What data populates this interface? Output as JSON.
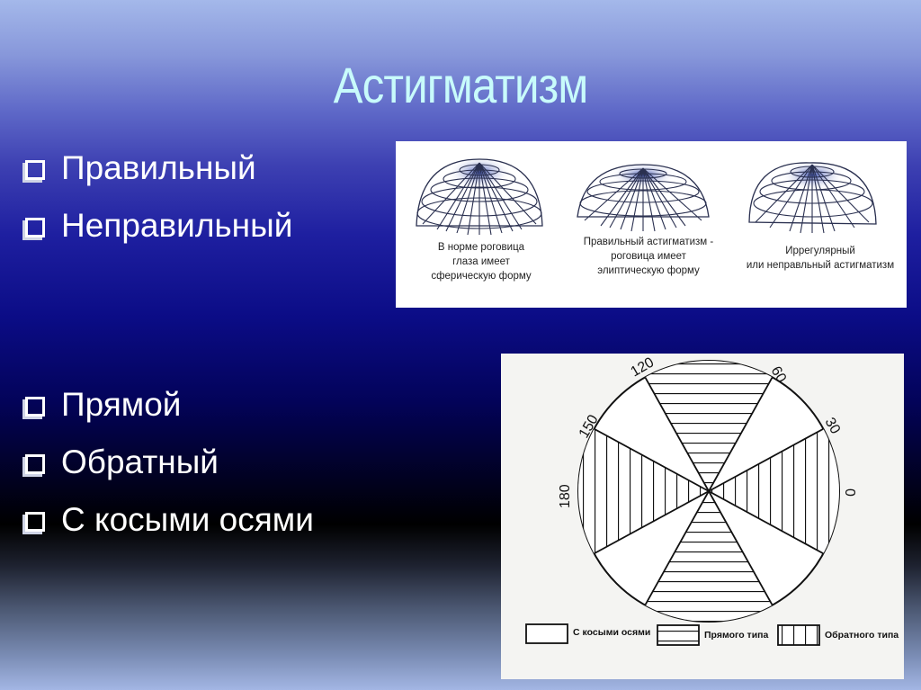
{
  "slide": {
    "title": "Астигматизм",
    "bullets_group1": [
      "Правильный",
      "Неправильный"
    ],
    "bullets_group2": [
      "Прямой",
      "Обратный",
      "С косыми осями"
    ]
  },
  "cornea_figure": {
    "captions": [
      [
        "В норме роговица",
        "глаза имеет",
        "сферическую форму"
      ],
      [
        "Правильный астигматизм -",
        "роговица имеет",
        "элиптическую форму"
      ],
      [
        "Иррегулярный",
        "или неправльный астигматизм"
      ]
    ]
  },
  "axis_diagram": {
    "angle_labels": {
      "a0": "0",
      "a30": "30",
      "a60": "60",
      "a120": "120",
      "a150": "150",
      "a180": "180"
    },
    "legend": {
      "oblique": "С косыми осями",
      "direct": "Прямого типа",
      "inverse": "Обратного типа"
    }
  }
}
